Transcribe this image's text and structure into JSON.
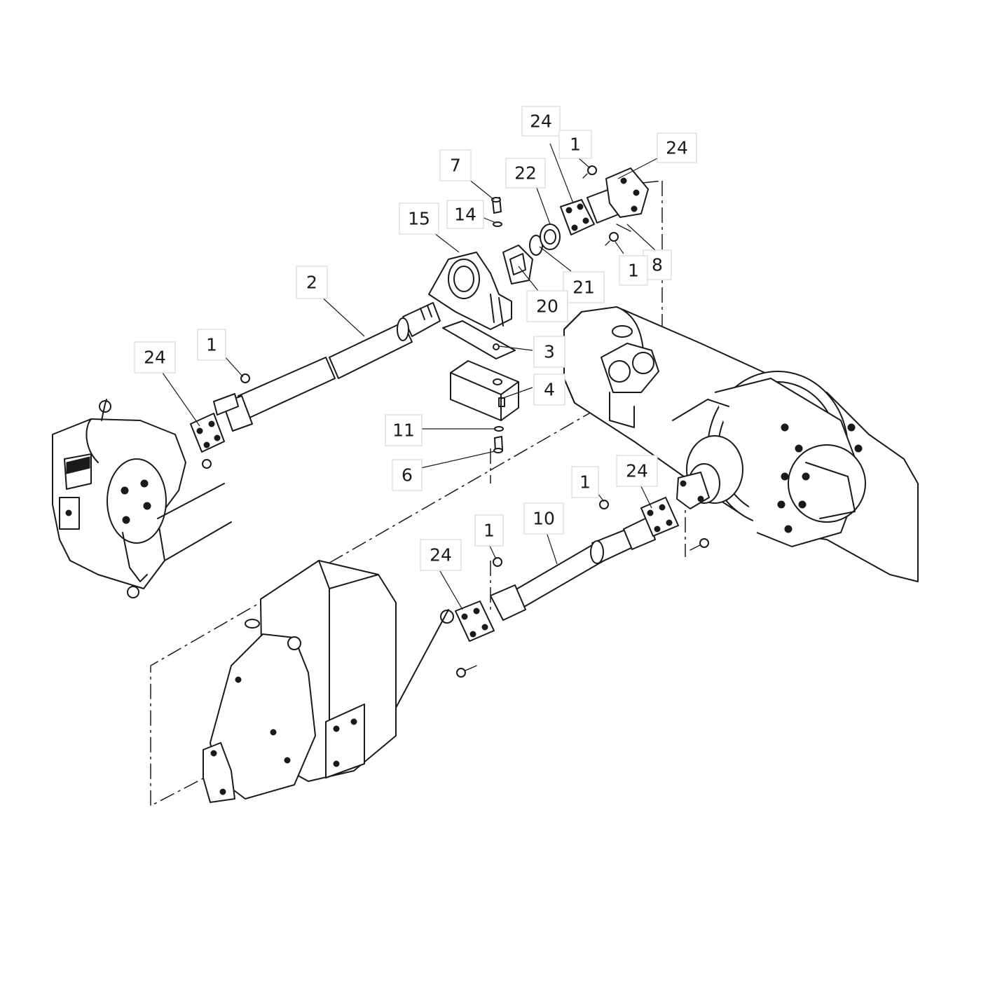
{
  "diagram": {
    "type": "exploded-parts-view",
    "callouts": [
      {
        "id": "c24-top",
        "label": "24"
      },
      {
        "id": "c1-top",
        "label": "1"
      },
      {
        "id": "c24-top-right",
        "label": "24"
      },
      {
        "id": "c7",
        "label": "7"
      },
      {
        "id": "c22",
        "label": "22"
      },
      {
        "id": "c14",
        "label": "14"
      },
      {
        "id": "c15",
        "label": "15"
      },
      {
        "id": "c8",
        "label": "8"
      },
      {
        "id": "c1-right",
        "label": "1"
      },
      {
        "id": "c2",
        "label": "2"
      },
      {
        "id": "c21",
        "label": "21"
      },
      {
        "id": "c20",
        "label": "20"
      },
      {
        "id": "c1-left",
        "label": "1"
      },
      {
        "id": "c3",
        "label": "3"
      },
      {
        "id": "c24-left",
        "label": "24"
      },
      {
        "id": "c4",
        "label": "4"
      },
      {
        "id": "c11",
        "label": "11"
      },
      {
        "id": "c6",
        "label": "6"
      },
      {
        "id": "c1-mid-right",
        "label": "1"
      },
      {
        "id": "c24-mid-right",
        "label": "24"
      },
      {
        "id": "c10",
        "label": "10"
      },
      {
        "id": "c1-lower",
        "label": "1"
      },
      {
        "id": "c24-lower",
        "label": "24"
      }
    ]
  }
}
